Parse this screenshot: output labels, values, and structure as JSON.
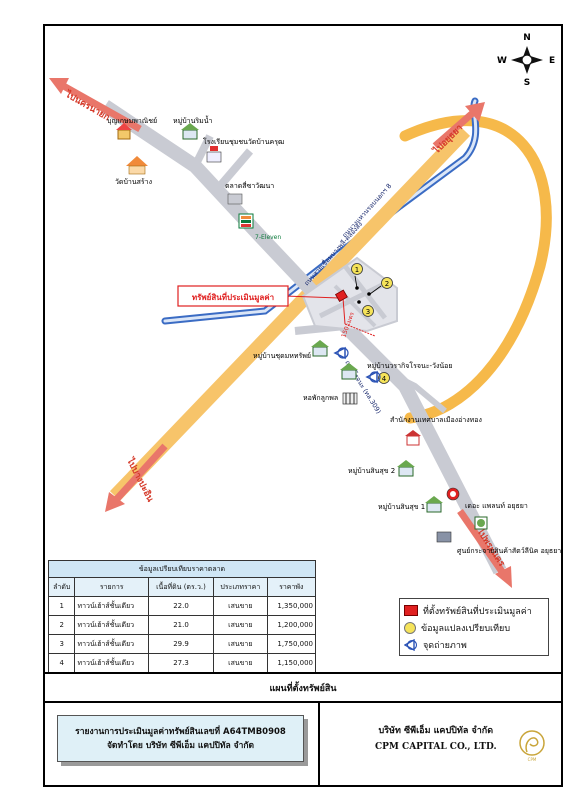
{
  "compass": {
    "n": "N",
    "s": "S",
    "e": "E",
    "w": "W"
  },
  "directions": {
    "to_bang_phun": "ไปนครนายก",
    "to_highway_top_right": "ไปอยุธยา",
    "to_bang_pa_in": "ไปบางปะอิน",
    "to_ayutthaya_bottom": "ไปพระนคร"
  },
  "roads": {
    "road_a": "ถนนสายเชื่อมบางพลี-คลองส่ง",
    "road_b": "ถนนวงแหวนรอบนอกฯ 8",
    "road_c": "ถนนโรจนะ (ทล.309)"
  },
  "distance_label": "150 เมตร",
  "subject_label": "ทรัพย์สินที่ประเมินมูลค่า",
  "markers": [
    "1",
    "2",
    "3",
    "4"
  ],
  "places": {
    "p1": "บุญเกษมพาณิชย์",
    "p2": "หมู่บ้านริมน้ำ",
    "p3": "วัดบ้านสร้าง",
    "p4": "โรงเรียนชุมชนวัดบ้านครุฒ",
    "p5": "ตลาดสี่ซาวัฒนา",
    "p6": "7-Eleven",
    "p7": "หมู่บ้านชุดมหทรัพย์",
    "p8": "หมู่บ้านวรากิจโรจนะ-วังน้อย",
    "p9": "หอพักลูกพล",
    "p10": "สำนักงานเทศบาลเมืองอ่างทอง",
    "p11": "หมู่บ้านสินสุข 2",
    "p12": "หมู่บ้านสินสุข 1",
    "p13": "เดอะ แพลนท์ อยุธยา",
    "p14": "ศูนย์กระจายสินค้าสัตว์ลีนิค อยุธยา"
  },
  "comparison_table": {
    "caption": "ข้อมูลเปรียบเทียบราคาตลาด",
    "headers": [
      "ลำดับ",
      "รายการ",
      "เนื้อที่ดิน (ตร.ว.)",
      "ประเภทราคา",
      "ราคาพัง"
    ],
    "rows": [
      [
        "1",
        "ทาวน์เฮ้าส์ชั้นเดียว",
        "22.0",
        "เสนขาย",
        "1,350,000"
      ],
      [
        "2",
        "ทาวน์เฮ้าส์ชั้นเดียว",
        "21.0",
        "เสนขาย",
        "1,200,000"
      ],
      [
        "3",
        "ทาวน์เฮ้าส์ชั้นเดียว",
        "29.9",
        "เสนขาย",
        "1,750,000"
      ],
      [
        "4",
        "ทาวน์เฮ้าส์ชั้นเดียว",
        "27.3",
        "เสนขาย",
        "1,150,000"
      ]
    ]
  },
  "legend": {
    "subject": "ที่ตั้งทรัพย์สินที่ประเมินมูลค่า",
    "comparable": "ข้อมูลแปลงเปรียบเทียบ",
    "photo": "จุดถ่ายภาพ"
  },
  "map_title": "แผนที่ตั้งทรัพย์สิน",
  "report": {
    "line1": "รายงานการประเมินมูลค่าทรัพย์สินเลขที่ A64TMB0908",
    "line2": "จัดทำโดย บริษัท ซีพีเอ็ม แคปปิทัล จำกัด"
  },
  "company": {
    "thai": "บริษัท ซีพีเอ็ม แคปปิทัล จำกัด",
    "eng": "CPM CAPITAL CO., LTD.",
    "logo_text": "CPM"
  },
  "colors": {
    "road_gray": "#c9cbd3",
    "highway_orange": "#f7c46a",
    "ring_orange": "#f6b94a",
    "river_blue": "#3b6cc4",
    "arrow_red": "#e9766a",
    "subject_red": "#e02020",
    "marker_yellow": "#f5e35a"
  }
}
